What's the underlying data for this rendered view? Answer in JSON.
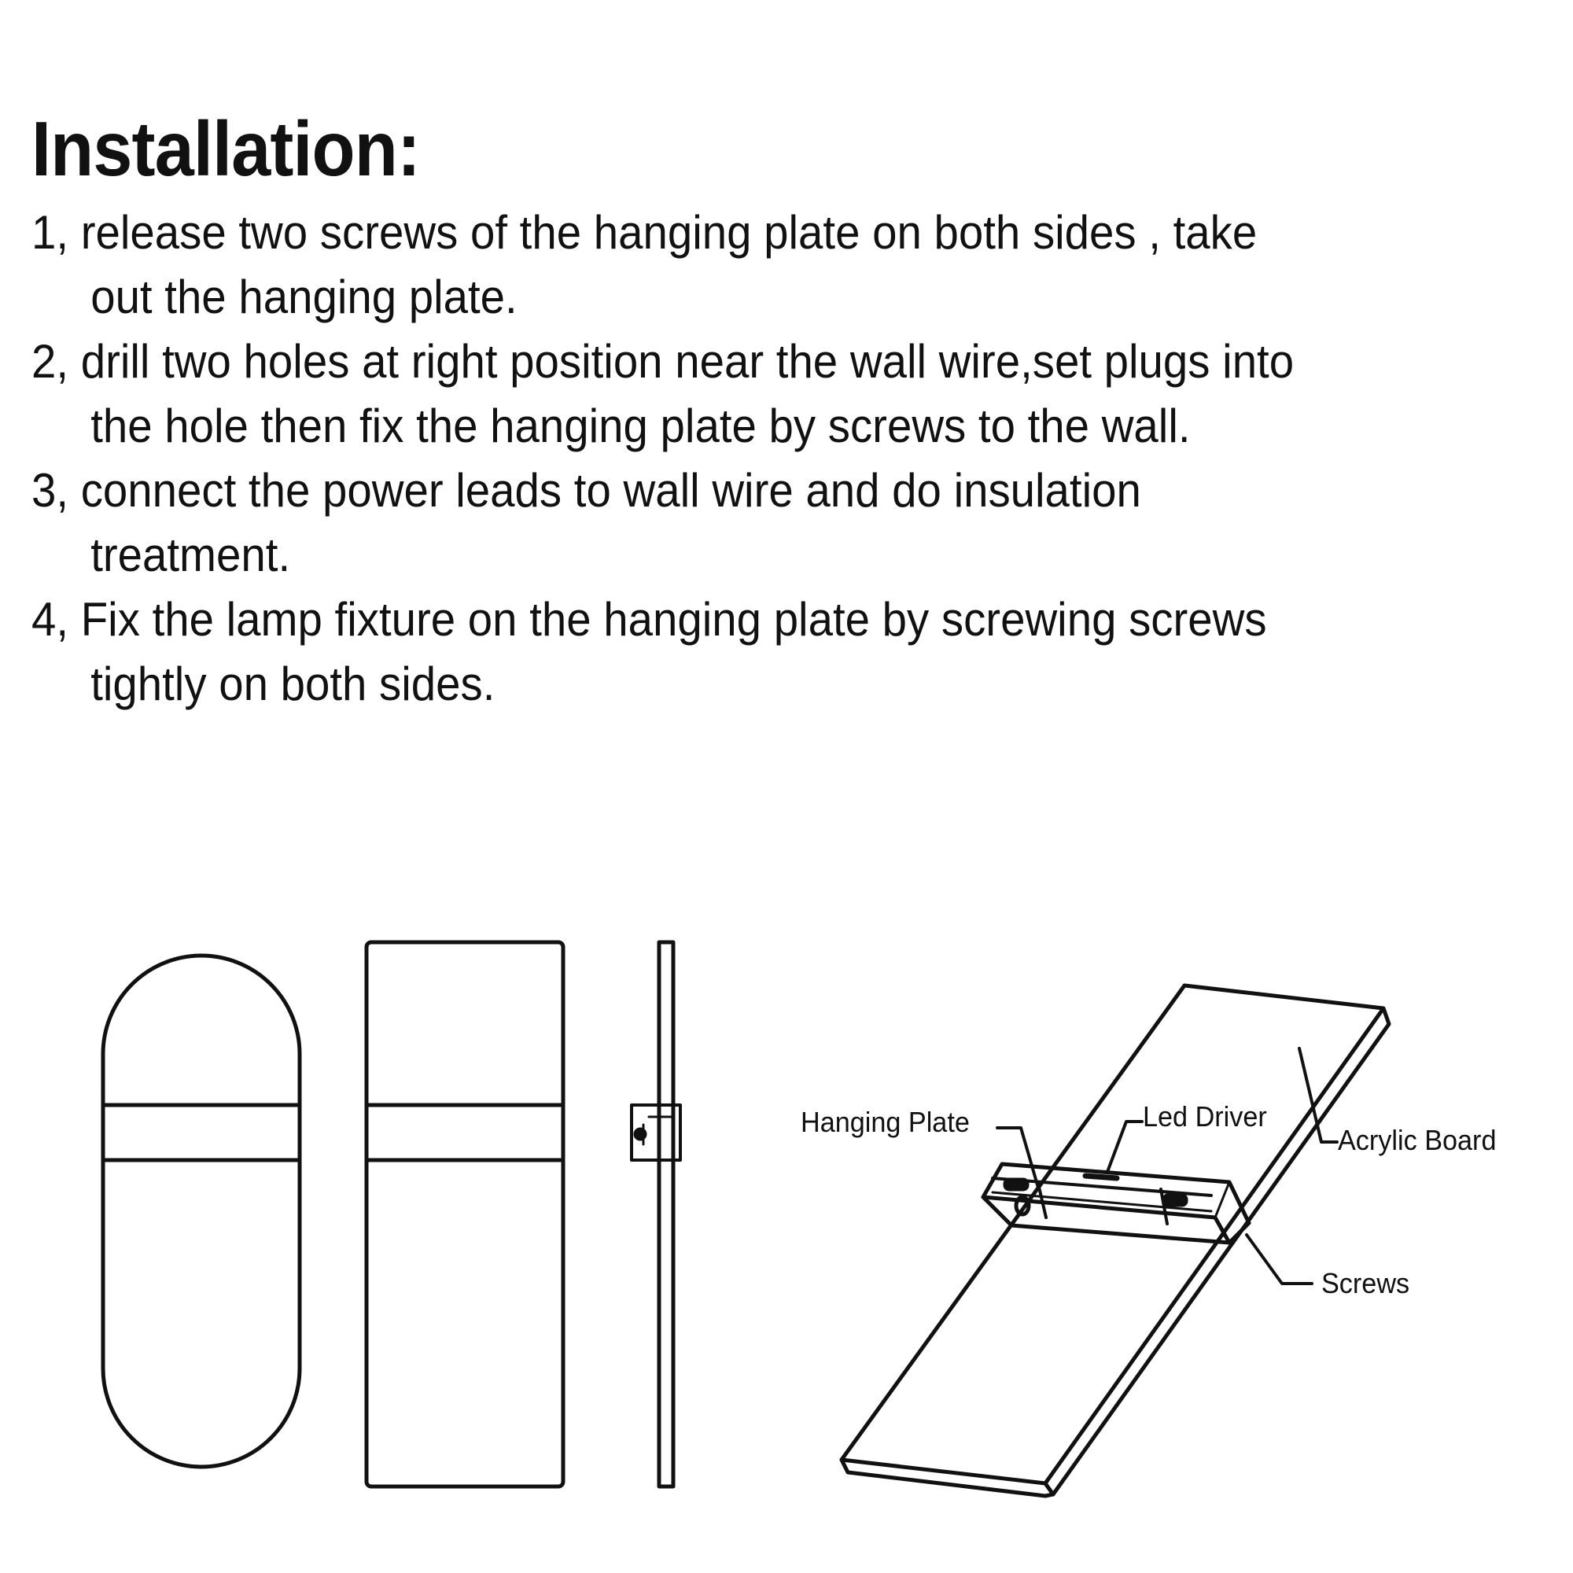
{
  "document": {
    "title": "Installation:",
    "steps": [
      {
        "number": "1,",
        "line1": " release two screws of the hanging plate on both sides , take",
        "line2": "out the hanging plate."
      },
      {
        "number": "2,",
        "line1": "drill two holes at right position near the wall wire,set plugs into",
        "line2": "the hole then fix the hanging plate by screws to the wall."
      },
      {
        "number": "3,",
        "line1": "connect the power leads to wall wire and do insulation",
        "line2": "treatment."
      },
      {
        "number": "4,",
        "line1": "Fix the lamp fixture on the hanging plate by screwing screws",
        "line2": "tightly on both sides."
      }
    ]
  },
  "diagram": {
    "views": [
      "front-view-oval",
      "front-view-rectangular",
      "side-view"
    ],
    "labels": {
      "hanging_plate": "Hanging Plate",
      "led_driver": "Led Driver",
      "acrylic_board": "Acrylic Board",
      "screws": "Screws"
    },
    "stroke_color": "#111111",
    "background": "#ffffff"
  }
}
